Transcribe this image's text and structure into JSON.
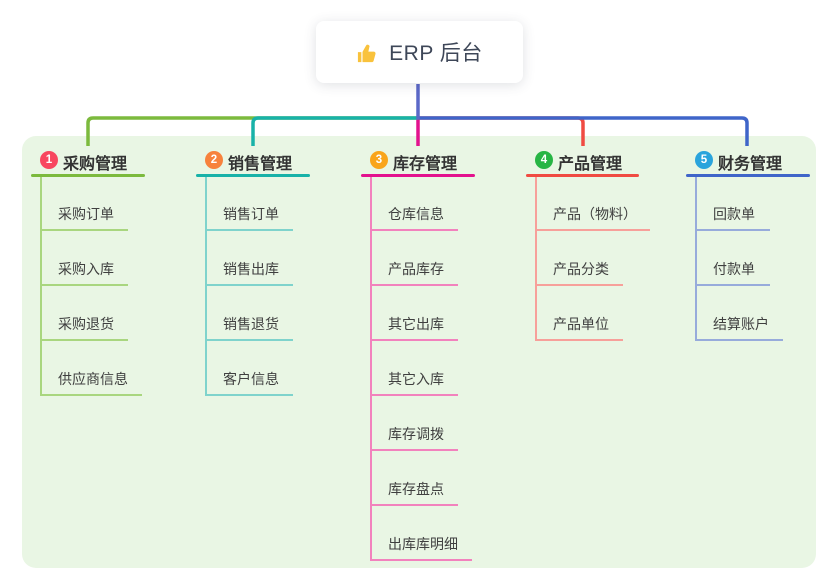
{
  "root": {
    "title": "ERP 后台",
    "icon": "thumbs-up-icon",
    "icon_color": "#f9c23c",
    "line_color": "#5b68c8"
  },
  "canvas": {
    "page_background": "#ffffff",
    "panel_background": "#e9f6e4"
  },
  "branches": [
    {
      "number": "1",
      "label": "采购管理",
      "badge_color": "#f8475f",
      "line_color": "#7cba3d",
      "child_line_color": "#a9d67f",
      "children": [
        "采购订单",
        "采购入库",
        "采购退货",
        "供应商信息"
      ]
    },
    {
      "number": "2",
      "label": "销售管理",
      "badge_color": "#f7823c",
      "line_color": "#18b2a8",
      "child_line_color": "#7fd3cc",
      "children": [
        "销售订单",
        "销售出库",
        "销售退货",
        "客户信息"
      ]
    },
    {
      "number": "3",
      "label": "库存管理",
      "badge_color": "#f9a51b",
      "line_color": "#e3128e",
      "child_line_color": "#f282bd",
      "children": [
        "仓库信息",
        "产品库存",
        "其它出库",
        "其它入库",
        "库存调拨",
        "库存盘点",
        "出库库明细"
      ]
    },
    {
      "number": "4",
      "label": "产品管理",
      "badge_color": "#27b544",
      "line_color": "#f04b42",
      "child_line_color": "#f7a09a",
      "children": [
        "产品（物料）",
        "产品分类",
        "产品单位"
      ]
    },
    {
      "number": "5",
      "label": "财务管理",
      "badge_color": "#2aa4dc",
      "line_color": "#3f65c9",
      "child_line_color": "#97abdb",
      "children": [
        "回款单",
        "付款单",
        "结算账户"
      ]
    }
  ]
}
